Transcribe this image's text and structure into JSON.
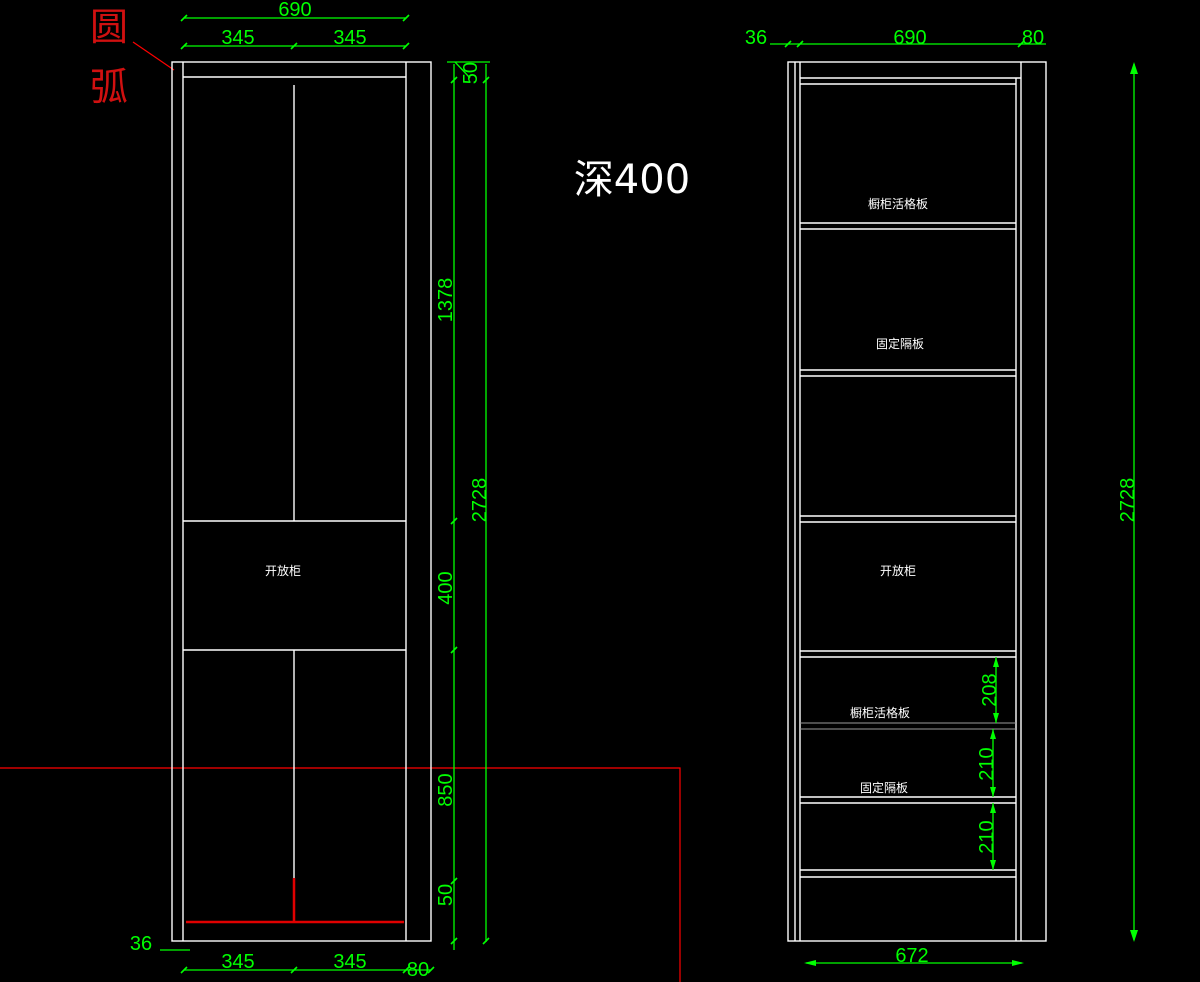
{
  "depth_label": "深400",
  "arc_note": [
    "圆",
    "弧"
  ],
  "left": {
    "width_total": "690",
    "top_halves": [
      "345",
      "345"
    ],
    "top_offset": "50",
    "bottom_halves": [
      "345",
      "345"
    ],
    "bottom_right": "80",
    "bottom_left": "36",
    "segment_heights": [
      "1378",
      "400",
      "850",
      "50"
    ],
    "height_total": "2728",
    "open_label": "开放柜"
  },
  "right": {
    "top_left": "36",
    "top_mid": "690",
    "top_right": "80",
    "bottom_width": "672",
    "height_total": "2728",
    "labels": {
      "shelf1": "橱柜活格板",
      "shelf2": "固定隔板",
      "open": "开放柜",
      "shelf3": "橱柜活格板",
      "shelf4": "固定隔板"
    },
    "bottom_dims": [
      "208",
      "210",
      "210"
    ]
  },
  "colors": {
    "frame": "#ffffff",
    "dimension": "#00ff00",
    "markup": "#ff0000"
  }
}
